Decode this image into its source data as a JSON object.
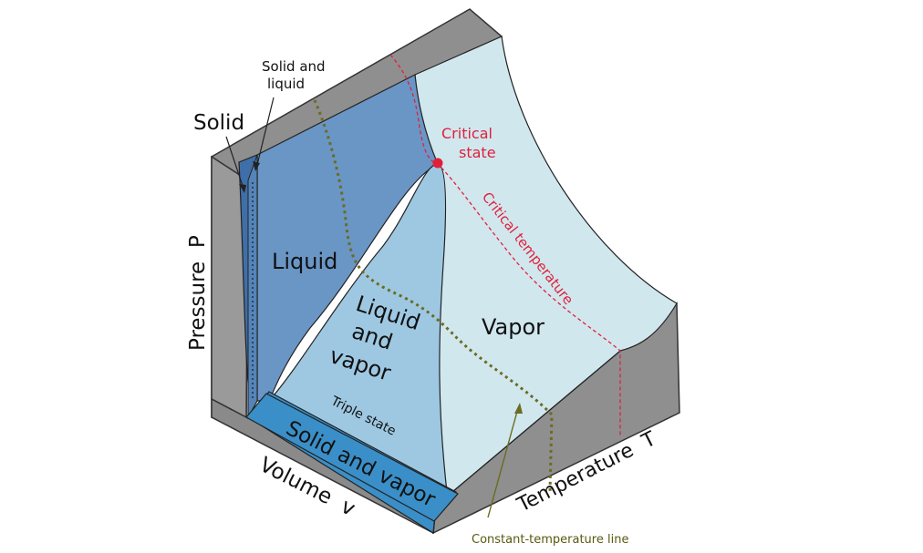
{
  "labels": {
    "solid": "Solid",
    "solid_and_liquid_line1": "Solid and",
    "solid_and_liquid_line2": "liquid",
    "liquid": "Liquid",
    "liquid_and_vapor_line1": "Liquid",
    "liquid_and_vapor_line2": "and",
    "liquid_and_vapor_line3": "vapor",
    "vapor": "Vapor",
    "critical_state_line1": "Critical",
    "critical_state_line2": "state",
    "critical_temperature": "Critical temperature",
    "triple_state": "Triple state",
    "solid_and_vapor": "Solid and vapor",
    "pressure_axis": "Pressure  P",
    "volume_axis": "Volume  v",
    "temperature_axis": "Temperature  T",
    "constant_temperature_line": "Constant-temperature line"
  },
  "colors": {
    "box_gray": "#8f8f8f",
    "box_gray_dark": "#7a7a7a",
    "box_edge": "#333333",
    "liquid_blue": "#6a96c6",
    "liquid_dark_blue": "#3f6fa8",
    "solid_vapor_blue": "#3a8fc8",
    "liquid_vapor_blue": "#9ec8e2",
    "vapor_blue": "#d1e7ee",
    "critical_red": "#e0203a",
    "const_temp_olive": "#6b6b22"
  }
}
